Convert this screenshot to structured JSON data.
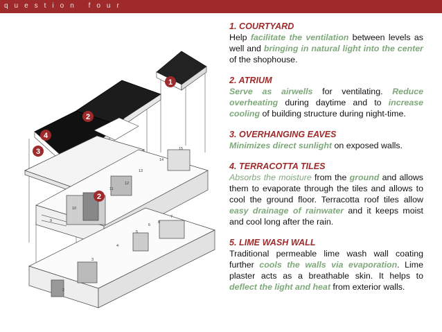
{
  "header": {
    "title": "question four"
  },
  "colors": {
    "accent": "#9e2a2b",
    "highlight": "#7ea87a"
  },
  "diagram": {
    "markers": [
      "1",
      "2",
      "4",
      "3",
      "2"
    ],
    "room_numbers": [
      "1",
      "2",
      "3",
      "4",
      "5",
      "6",
      "7",
      "8",
      "9",
      "10",
      "11",
      "12",
      "13",
      "14",
      "15"
    ]
  },
  "sections": [
    {
      "title": "1. COURTYARD",
      "parts": [
        {
          "t": "Help "
        },
        {
          "t": "facilitate the ventilation",
          "s": "em"
        },
        {
          "t": " between levels as well and "
        },
        {
          "t": "bringing in natural light into the center",
          "s": "em"
        },
        {
          "t": " of the shophouse."
        }
      ]
    },
    {
      "title": "2. ATRIUM",
      "parts": [
        {
          "t": "Serve as airwells",
          "s": "em"
        },
        {
          "t": " for ventilating. "
        },
        {
          "t": "Reduce overheating",
          "s": "em"
        },
        {
          "t": " during daytime and to "
        },
        {
          "t": "increase cooling",
          "s": "em"
        },
        {
          "t": " of building structure during night-time."
        }
      ]
    },
    {
      "title": "3. OVERHANGING EAVES",
      "parts": [
        {
          "t": "Minimizes direct sunlight",
          "s": "em"
        },
        {
          "t": " on exposed walls."
        }
      ]
    },
    {
      "title": "4. TERRACOTTA TILES",
      "parts": [
        {
          "t": "Absorbs the moisture",
          "s": "soft"
        },
        {
          "t": " from the "
        },
        {
          "t": "ground",
          "s": "em"
        },
        {
          "t": " and allows them to evaporate through the tiles and allows to cool the ground floor. Terracotta roof tiles allow "
        },
        {
          "t": "easy drainage of rainwater",
          "s": "em"
        },
        {
          "t": " and it keeps moist and cool long after the rain."
        }
      ]
    },
    {
      "title": "5. LIME WASH WALL",
      "parts": [
        {
          "t": "Traditional permeable lime wash wall coating further "
        },
        {
          "t": "cools the walls via evaporation",
          "s": "em"
        },
        {
          "t": ". Lime plaster acts as a breathable skin. It helps to "
        },
        {
          "t": "deflect the light and heat",
          "s": "em"
        },
        {
          "t": " from exterior walls."
        }
      ]
    }
  ]
}
